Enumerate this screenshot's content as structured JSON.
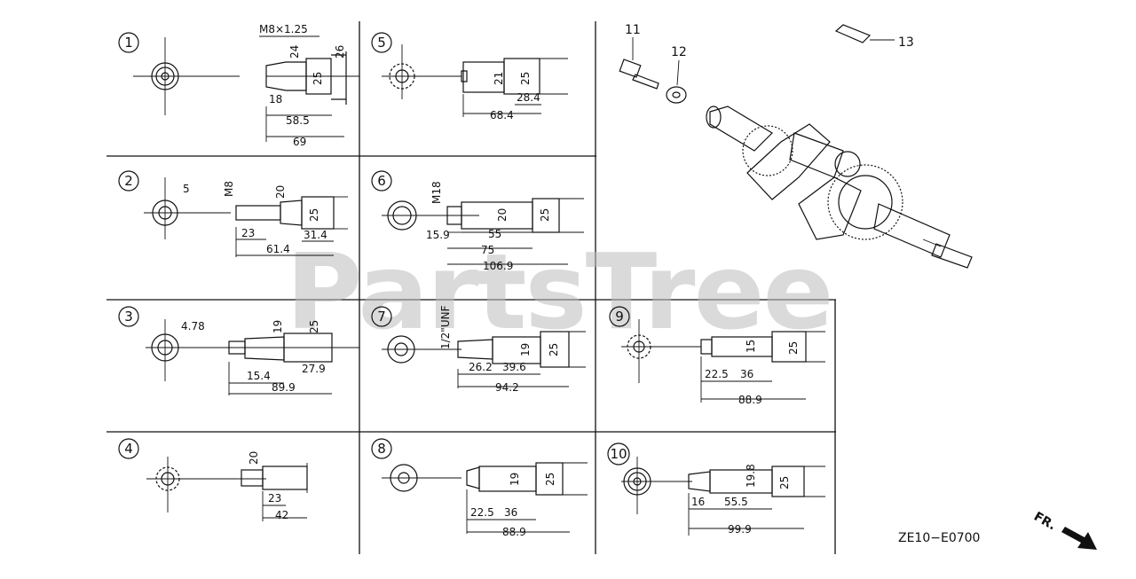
{
  "watermark": "PartsTree",
  "diagram_code": "ZE10−E0700",
  "direction_label": "FR.",
  "parts": {
    "p11": "11",
    "p12": "12",
    "p13": "13"
  },
  "panels": {
    "p1": {
      "num": "1",
      "thread": "M8×1.25",
      "d24": "24",
      "d26": "26",
      "d25": "25",
      "d18": "18",
      "d58": "58.5",
      "d69": "69"
    },
    "p2": {
      "num": "2",
      "d5": "5",
      "m8": "M8",
      "d20": "20",
      "d25": "25",
      "d23": "23",
      "d31": "31.4",
      "d61": "61.4"
    },
    "p3": {
      "num": "3",
      "d478": "4.78",
      "d19": "19",
      "d25": "25",
      "d15": "15.4",
      "d279": "27.9",
      "d899": "89.9"
    },
    "p4": {
      "num": "4",
      "d20": "20",
      "d23": "23",
      "d42": "42"
    },
    "p5": {
      "num": "5",
      "d21": "21",
      "d25": "25",
      "d284": "28.4",
      "d684": "68.4"
    },
    "p6": {
      "num": "6",
      "m18": "M18",
      "d20": "20",
      "d25": "25",
      "d159": "15.9",
      "d55": "55",
      "d75": "75",
      "d1069": "106.9"
    },
    "p7": {
      "num": "7",
      "unf": "1/2\"UNF",
      "d19": "19",
      "d25": "25",
      "d262": "26.2",
      "d396": "39.6",
      "d942": "94.2"
    },
    "p8": {
      "num": "8",
      "d19": "19",
      "d25": "25",
      "d225": "22.5",
      "d36": "36",
      "d889": "88.9"
    },
    "p9": {
      "num": "9",
      "d15": "15",
      "d25": "25",
      "d225": "22.5",
      "d36": "36",
      "d889": "88.9"
    },
    "p10": {
      "num": "10",
      "d198": "19.8",
      "d25": "25",
      "d16": "16",
      "d555": "55.5",
      "d999": "99.9"
    }
  }
}
